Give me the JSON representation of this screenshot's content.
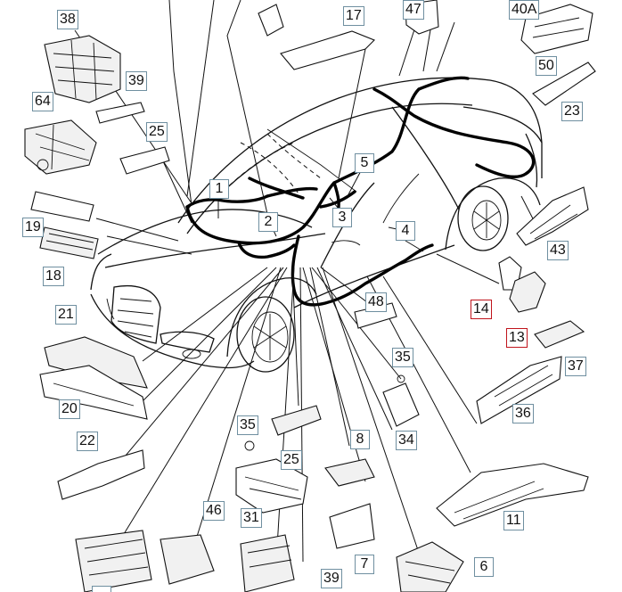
{
  "diagram": {
    "callouts": [
      {
        "id": "38",
        "red": false
      },
      {
        "id": "47",
        "red": false
      },
      {
        "id": "40A",
        "red": false
      },
      {
        "id": "17",
        "red": false
      },
      {
        "id": "50",
        "red": false
      },
      {
        "id": "39",
        "red": false
      },
      {
        "id": "64",
        "red": false
      },
      {
        "id": "23",
        "red": false
      },
      {
        "id": "25",
        "red": false
      },
      {
        "id": "5",
        "red": false
      },
      {
        "id": "1",
        "red": false
      },
      {
        "id": "2",
        "red": false
      },
      {
        "id": "3",
        "red": false
      },
      {
        "id": "4",
        "red": false
      },
      {
        "id": "19",
        "red": false
      },
      {
        "id": "43",
        "red": false
      },
      {
        "id": "18",
        "red": false
      },
      {
        "id": "48",
        "red": false
      },
      {
        "id": "14",
        "red": true
      },
      {
        "id": "21",
        "red": false
      },
      {
        "id": "13",
        "red": true
      },
      {
        "id": "35",
        "red": false
      },
      {
        "id": "37",
        "red": false
      },
      {
        "id": "34",
        "red": false
      },
      {
        "id": "20",
        "red": false
      },
      {
        "id": "36",
        "red": false
      },
      {
        "id": "35",
        "red": false
      },
      {
        "id": "8",
        "red": false
      },
      {
        "id": "22",
        "red": false
      },
      {
        "id": "25",
        "red": false
      },
      {
        "id": "31",
        "red": false
      },
      {
        "id": "46",
        "red": false
      },
      {
        "id": "11",
        "red": false
      },
      {
        "id": "7",
        "red": false
      },
      {
        "id": "6",
        "red": false
      },
      {
        "id": "39",
        "red": false
      }
    ]
  }
}
